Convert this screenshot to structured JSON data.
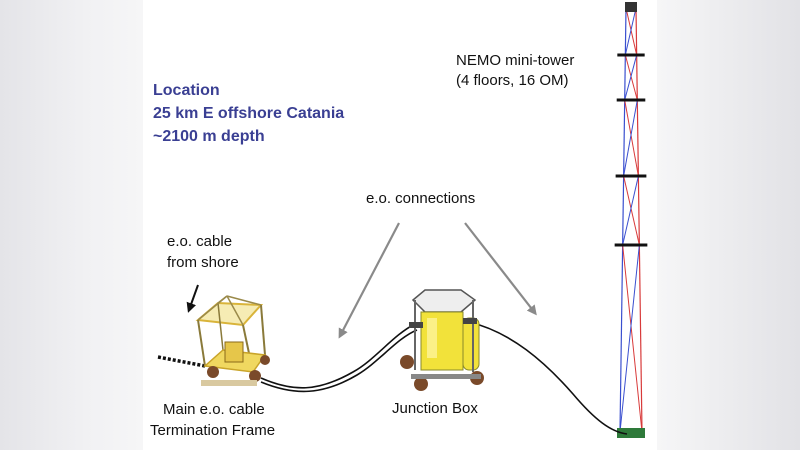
{
  "colors": {
    "location_text": "#3a3f93",
    "tower_red": "#d83a3a",
    "tower_blue": "#3a4fcf",
    "arrow_gray": "#8a8a8a",
    "cable": "#111111",
    "frame_yellow": "#e9c43a",
    "junction_yellow": "#f2e23a"
  },
  "location": {
    "title": "Location",
    "line1": "25 km E offshore Catania",
    "line2": "~2100 m depth"
  },
  "tower": {
    "line1": "NEMO mini-tower",
    "line2": "(4 floors, 16 OM)"
  },
  "eo_connections": "e.o. connections",
  "cable_from_shore": {
    "line1": "e.o. cable",
    "line2": "from shore"
  },
  "frame": {
    "line1": "Main e.o. cable",
    "line2": "Termination Frame"
  },
  "junction_box": "Junction Box",
  "icons": [
    "termination-frame-drawing",
    "junction-box-drawing",
    "mini-tower-drawing",
    "arrow-icon"
  ]
}
